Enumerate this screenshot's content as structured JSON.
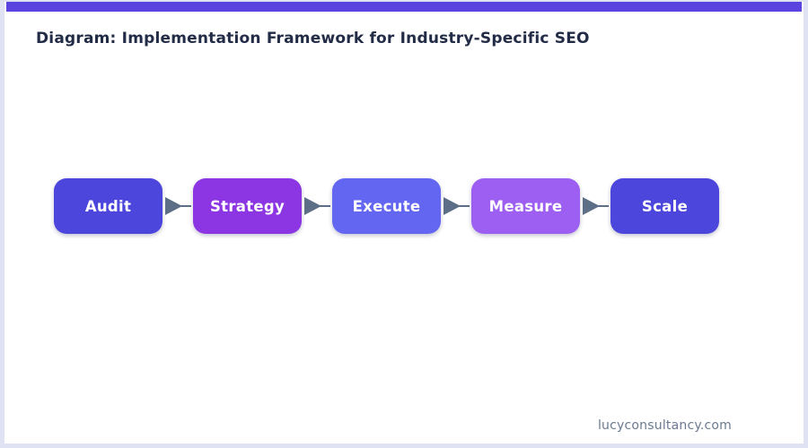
{
  "page": {
    "title": "Diagram: Implementation Framework for Industry-Specific SEO",
    "footer": "lucyconsultancy.com"
  },
  "theme": {
    "accent_bar_color": "#5b43e0",
    "page_border_color": "#dee2f3",
    "title_color": "#232c47",
    "arrow_color": "#5d6f87",
    "footer_color": "#6b7a90"
  },
  "flow": {
    "steps": [
      {
        "label": "Audit",
        "color": "#4c46dd"
      },
      {
        "label": "Strategy",
        "color": "#8c35e3"
      },
      {
        "label": "Execute",
        "color": "#6366f1"
      },
      {
        "label": "Measure",
        "color": "#9d5ff2"
      },
      {
        "label": "Scale",
        "color": "#4c46dd"
      }
    ]
  }
}
